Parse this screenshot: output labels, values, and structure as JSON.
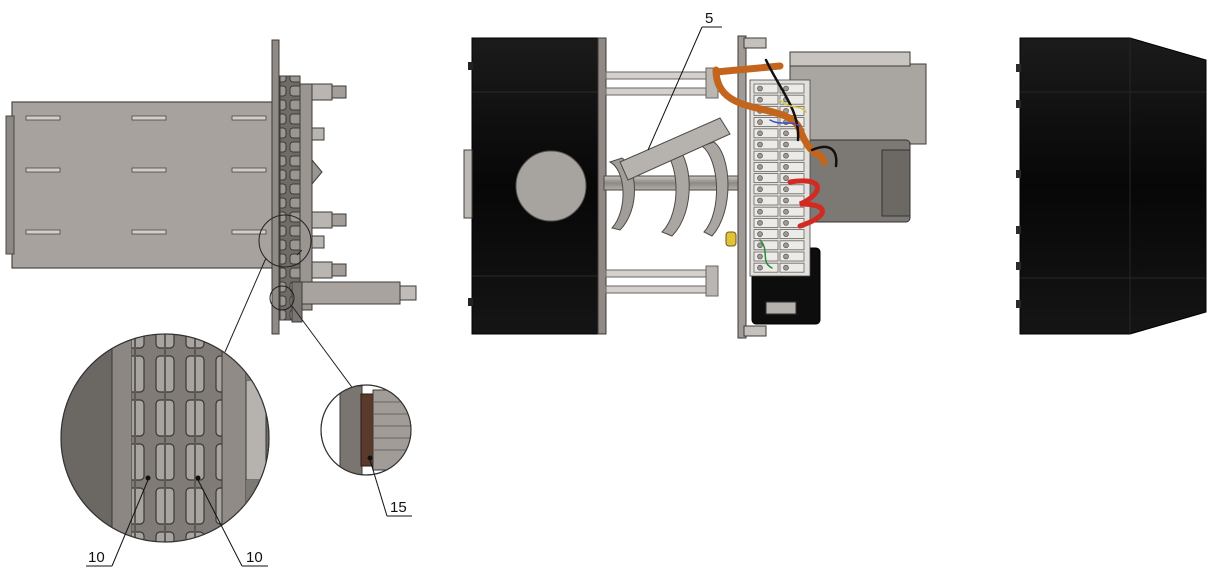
{
  "callouts": {
    "auger": "5",
    "chain_left": "10",
    "chain_right": "10",
    "seal": "15"
  },
  "colors": {
    "housing_gray": "#a49f9a",
    "housing_edge": "#4a4744",
    "plate_gray": "#8f8a85",
    "black_body": "#0c0c0c",
    "copper_pipe": "#c4651d",
    "wire_red": "#d22a23",
    "motor_gray": "#7c7874",
    "terminal_white": "#e4e2de",
    "seal_brown": "#5a3a2a"
  }
}
